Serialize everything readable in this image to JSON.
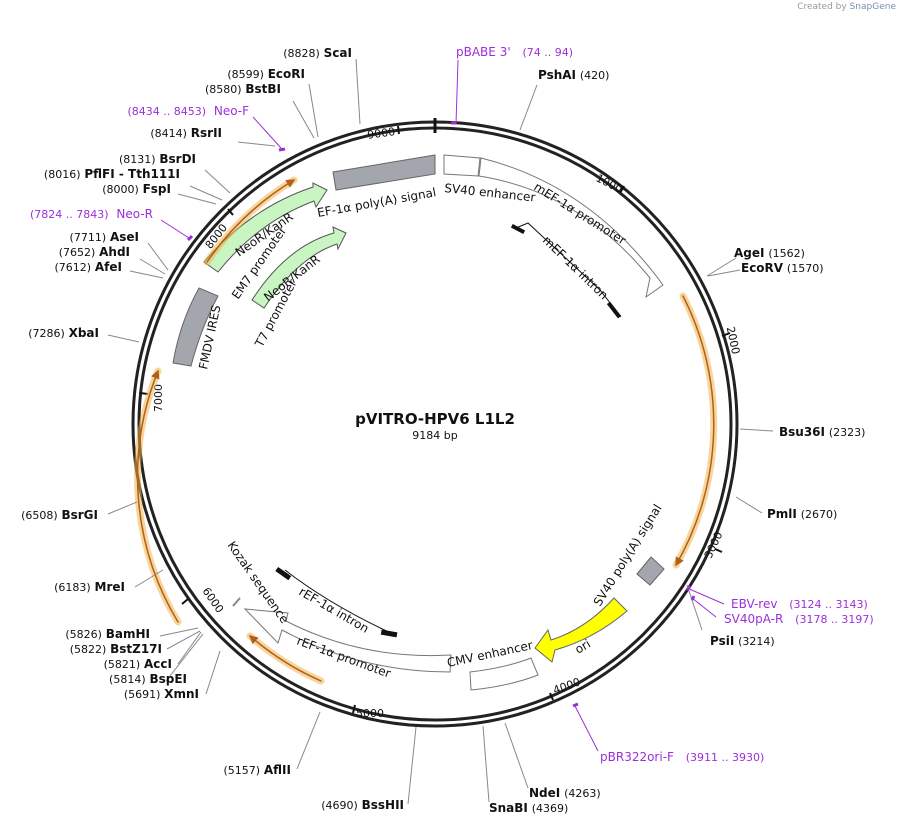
{
  "credit": {
    "prefix": "Created by",
    "brand": "SnapGene"
  },
  "plasmid": {
    "name": "pVITRO-HPV6 L1L2",
    "size_label": "9184 bp",
    "length": 9184
  },
  "ticks": [
    "1000",
    "2000",
    "3000",
    "4000",
    "5000",
    "6000",
    "7000",
    "8000",
    "9000"
  ],
  "enzymes": [
    {
      "name": "ScaI",
      "pos": "(8828)"
    },
    {
      "name": "EcoRI",
      "pos": "(8599)"
    },
    {
      "name": "BstBI",
      "pos": "(8580)"
    },
    {
      "name": "RsrII",
      "pos": "(8414)"
    },
    {
      "name": "BsrDI",
      "pos": "(8131)"
    },
    {
      "name": "PflFI - Tth111I",
      "pos": "(8016)"
    },
    {
      "name": "FspI",
      "pos": "(8000)"
    },
    {
      "name": "AseI",
      "pos": "(7711)"
    },
    {
      "name": "AhdI",
      "pos": "(7652)"
    },
    {
      "name": "AfeI",
      "pos": "(7612)"
    },
    {
      "name": "XbaI",
      "pos": "(7286)"
    },
    {
      "name": "BsrGI",
      "pos": "(6508)"
    },
    {
      "name": "MreI",
      "pos": "(6183)"
    },
    {
      "name": "BamHI",
      "pos": "(5826)"
    },
    {
      "name": "BstZ17I",
      "pos": "(5822)"
    },
    {
      "name": "AccI",
      "pos": "(5821)"
    },
    {
      "name": "BspEI",
      "pos": "(5814)"
    },
    {
      "name": "XmnI",
      "pos": "(5691)"
    },
    {
      "name": "AflII",
      "pos": "(5157)"
    },
    {
      "name": "BssHII",
      "pos": "(4690)"
    },
    {
      "name": "SnaBI",
      "pos": "(4369)"
    },
    {
      "name": "NdeI",
      "pos": "(4263)"
    },
    {
      "name": "PsiI",
      "pos": "(3214)"
    },
    {
      "name": "PmlI",
      "pos": "(2670)"
    },
    {
      "name": "Bsu36I",
      "pos": "(2323)"
    },
    {
      "name": "EcoRV",
      "pos": "(1570)"
    },
    {
      "name": "AgeI",
      "pos": "(1562)"
    },
    {
      "name": "PshAI",
      "pos": "(420)"
    }
  ],
  "primers": [
    {
      "name": "pBABE 3'",
      "range": "(74 .. 94)"
    },
    {
      "name": "Neo-F",
      "range": "(8434 .. 8453)"
    },
    {
      "name": "Neo-R",
      "range": "(7824 .. 7843)"
    },
    {
      "name": "EBV-rev",
      "range": "(3124 .. 3143)"
    },
    {
      "name": "SV40pA-R",
      "range": "(3178 .. 3197)"
    },
    {
      "name": "pBR322ori-F",
      "range": "(3911 .. 3930)"
    }
  ],
  "features": [
    "EF-1α poly(A) signal",
    "SV40 enhancer",
    "mEF-1α promoter",
    "mEF-1α intron",
    "NeoR/KanR",
    "EM7 promoter",
    "NeoR/KanR",
    "T7 promoter",
    "FMDV IRES",
    "SV40 poly(A) signal",
    "ori",
    "CMV enhancer",
    "rEF-1α promoter",
    "rEF-1α intron",
    "Kozak sequence"
  ],
  "colors": {
    "primer": "#9b30d9",
    "orf": "#f2b24a",
    "neo": "#c8f5c2",
    "grey": "#a3a7ad",
    "ori": "#ffff00"
  }
}
